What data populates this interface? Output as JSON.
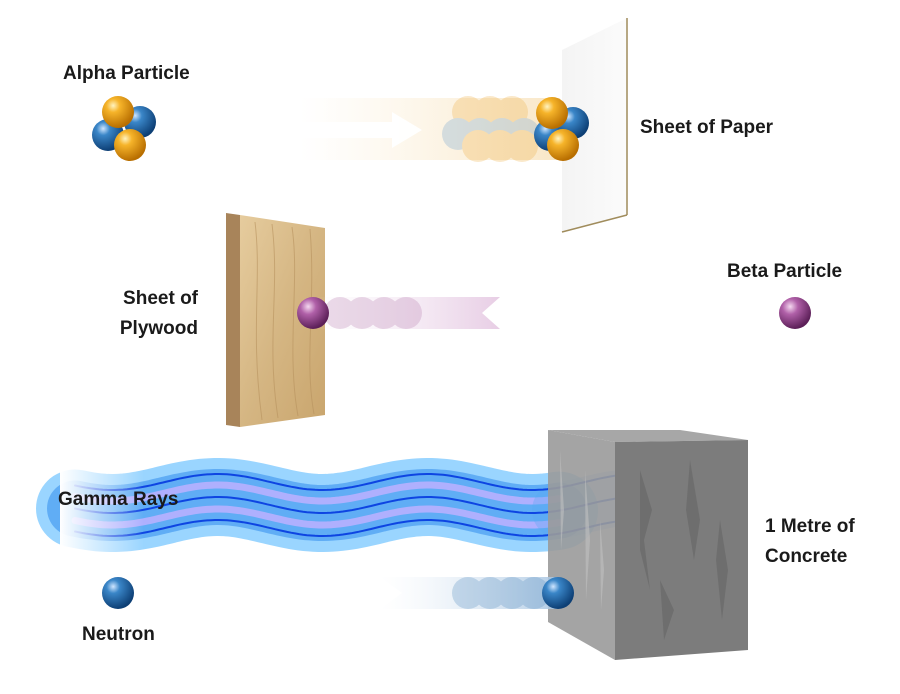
{
  "labels": {
    "alpha": "Alpha Particle",
    "paper": "Sheet of Paper",
    "plywood_line1": "Sheet of",
    "plywood_line2": "Plywood",
    "beta": "Beta Particle",
    "gamma": "Gamma Rays",
    "concrete_line1": "1 Metre of",
    "concrete_line2": "Concrete",
    "neutron": "Neutron"
  },
  "colors": {
    "proton": "#f0a21a",
    "neutron": "#2a72b5",
    "beta": "#a0509a",
    "gamma": "#2f6cf0",
    "wood": "#d8b98a",
    "concrete": "#8a8a8a"
  }
}
